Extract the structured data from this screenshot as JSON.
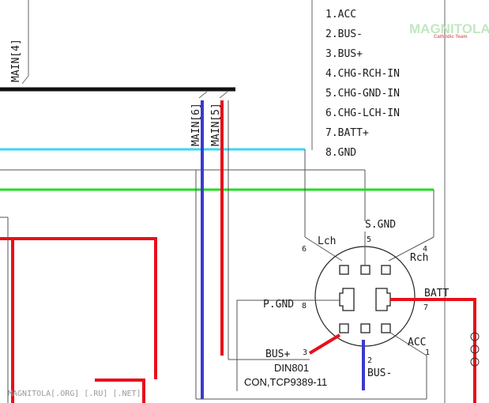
{
  "pin_list": [
    "1.ACC",
    "2.BUS-",
    "3.BUS+",
    "4.CHG-RCH-IN",
    "5.CHG-GND-IN",
    "6.CHG-LCH-IN",
    "7.BATT+",
    "8.GND"
  ],
  "bus_labels": {
    "main4": "MAIN[4]",
    "main6": "MAIN[6]",
    "main5": "MAIN[5]"
  },
  "connector": {
    "lch": "Lch",
    "rch": "Rch",
    "sgnd": "S.GND",
    "batt": "BATT",
    "pgnd": "P.GND",
    "busp": "BUS+",
    "busm": "BUS-",
    "acc": "ACC",
    "pin1": "1",
    "pin2": "2",
    "pin3": "3",
    "pin4": "4",
    "pin5": "5",
    "pin6": "6",
    "pin7": "7",
    "pin8": "8",
    "ref": "DIN801",
    "part": "CON,TCP9389-11"
  },
  "watermark": {
    "logo_text": "MAGNITOLA",
    "logo_sub": "Cathodic Team",
    "footer": "MAGNITOLA[.ORG] [.RU] [.NET]"
  },
  "colors": {
    "wire_red": "#e8101a",
    "wire_blue": "#3a3ad0",
    "wire_cyan": "#3ed6f0",
    "wire_green": "#22dd22",
    "wire_black": "#111111",
    "line": "#555555"
  }
}
